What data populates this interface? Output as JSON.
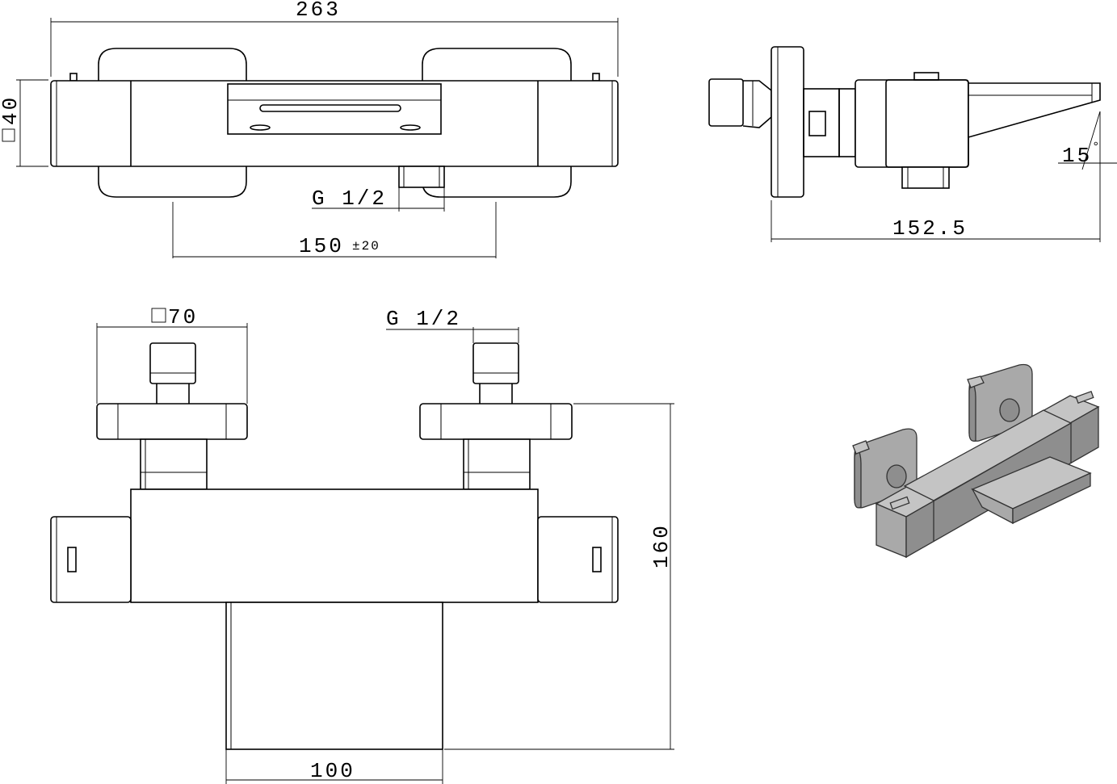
{
  "dimensions": {
    "overall_width": "263",
    "body_square": "40",
    "inlet_thread_top": "G 1/2",
    "inlet_spacing": "150",
    "inlet_spacing_tolerance": "±20",
    "projection": "152.5",
    "spout_angle": "15",
    "flange_square": "70",
    "inlet_thread_front": "G 1/2",
    "height": "160",
    "spout_width": "100"
  },
  "symbols": {
    "square": "□",
    "degree": "°"
  }
}
